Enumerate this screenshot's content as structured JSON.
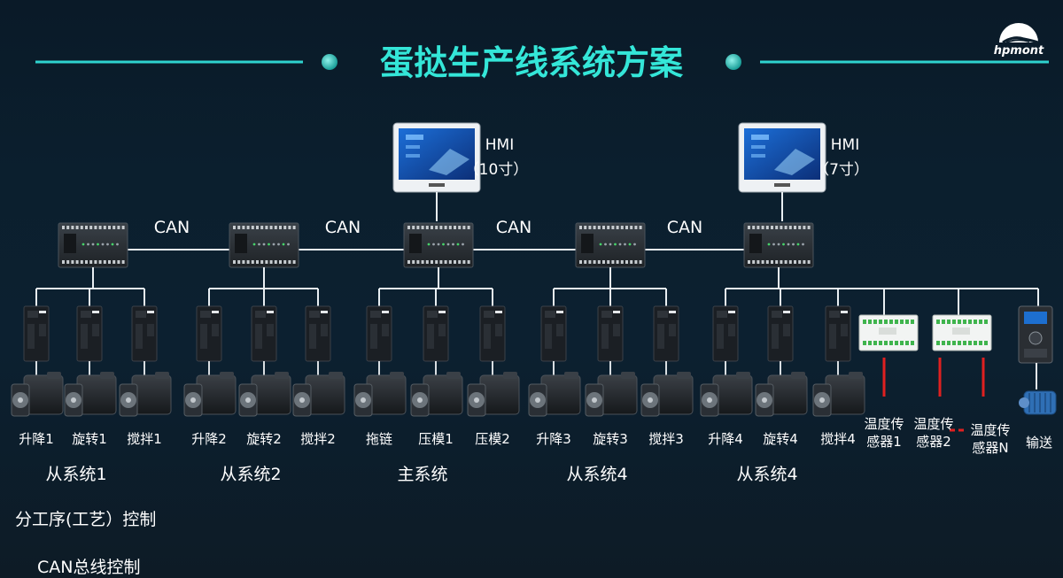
{
  "title": "蛋挞生产线系统方案",
  "brand": "hpmont",
  "hmi": [
    {
      "name": "HMI",
      "size": "（10寸）"
    },
    {
      "name": "HMI",
      "size": "（7寸）"
    }
  ],
  "can_label": "CAN",
  "groups": [
    {
      "name": "从系统1",
      "devices": [
        "升降1",
        "旋转1",
        "搅拌1"
      ]
    },
    {
      "name": "从系统2",
      "devices": [
        "升降2",
        "旋转2",
        "搅拌2"
      ]
    },
    {
      "name": "主系统",
      "devices": [
        "拖链",
        "压模1",
        "压模2"
      ]
    },
    {
      "name": "从系统4",
      "devices": [
        "升降3",
        "旋转3",
        "搅拌3"
      ]
    },
    {
      "name": "从系统4",
      "devices": [
        "升降4",
        "旋转4",
        "搅拌4"
      ]
    }
  ],
  "sensors": [
    {
      "line1": "温度传",
      "line2": "感器1"
    },
    {
      "line1": "温度传",
      "line2": "感器2"
    },
    {
      "line1": "温度传",
      "line2": "感器N"
    }
  ],
  "conveyor_label": "输送",
  "notes": {
    "process": "分工序(工艺）控制",
    "bus": "CAN总线控制"
  },
  "colors": {
    "title": "#34e6d8",
    "title_line": "#2fd3cf",
    "bus_line": "#e8eef2",
    "sensor_line": "#e02020",
    "plc_body": "#2b3137",
    "servo_body": "#1b1f24",
    "motor_body": "#22262b"
  }
}
